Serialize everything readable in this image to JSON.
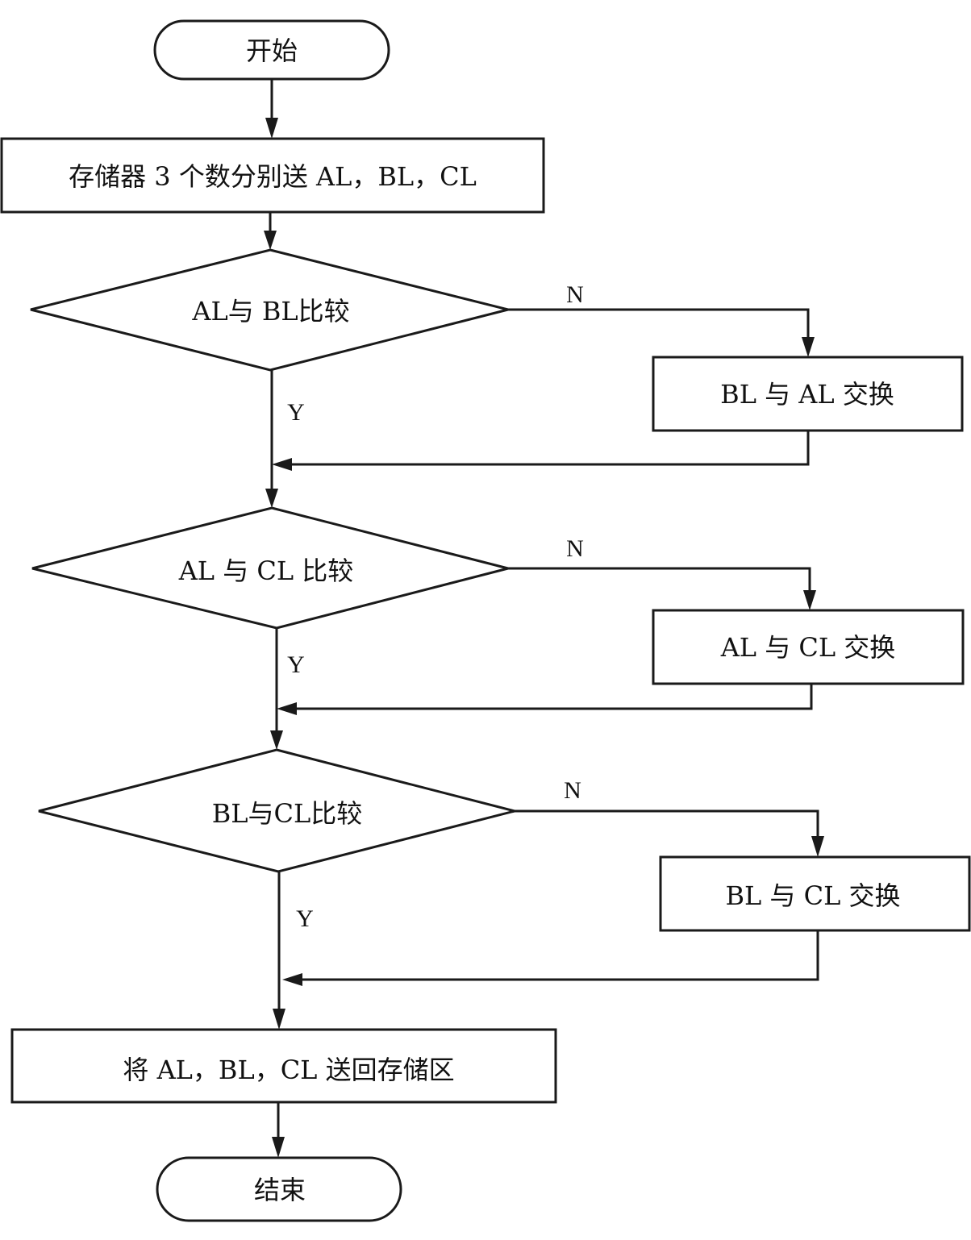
{
  "flowchart": {
    "start": "开始",
    "load": "存储器 3 个数分别送 AL，BL，CL",
    "cmp1": "AL与 BL比较",
    "swap1": "BL 与 AL 交换",
    "cmp2": "AL 与 CL 比较",
    "swap2": "AL 与 CL 交换",
    "cmp3": "BL与CL比较",
    "swap3": "BL 与 CL 交换",
    "store": "将 AL，BL，CL 送回存储区",
    "end": "结束",
    "yes": "Y",
    "no": "N"
  }
}
